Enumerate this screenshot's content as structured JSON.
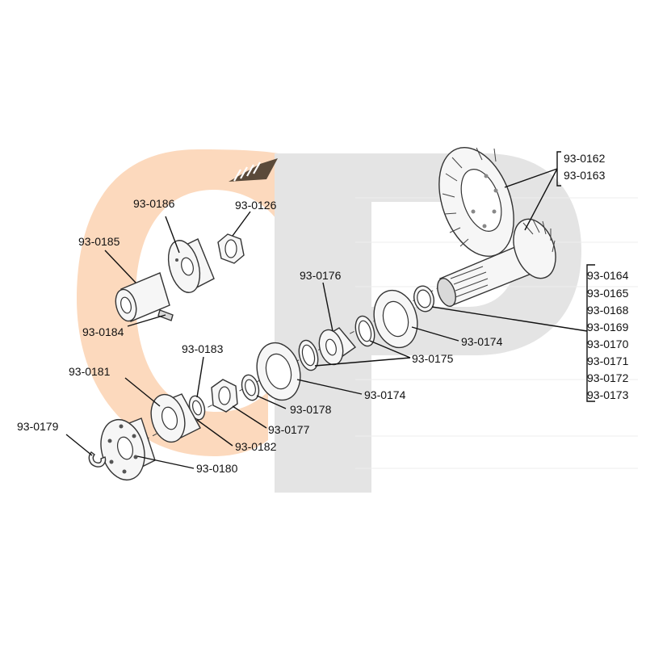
{
  "watermark": {
    "colors": {
      "orange": "#fcd9bd",
      "gray": "#e4e4e4"
    }
  },
  "labels": {
    "p0162": "93-0162",
    "p0163": "93-0163",
    "p0164": "93-0164",
    "p0165": "93-0165",
    "p0168": "93-0168",
    "p0169": "93-0169",
    "p0170": "93-0170",
    "p0171": "93-0171",
    "p0172": "93-0172",
    "p0173": "93-0173",
    "p0186": "93-0186",
    "p0126": "93-0126",
    "p0185": "93-0185",
    "p0184": "93-0184",
    "p0176": "93-0176",
    "p0174a": "93-0174",
    "p0175": "93-0175",
    "p0183": "93-0183",
    "p0181": "93-0181",
    "p0178": "93-0178",
    "p0174b": "93-0174",
    "p0177": "93-0177",
    "p0182": "93-0182",
    "p0179": "93-0179",
    "p0180": "93-0180"
  }
}
